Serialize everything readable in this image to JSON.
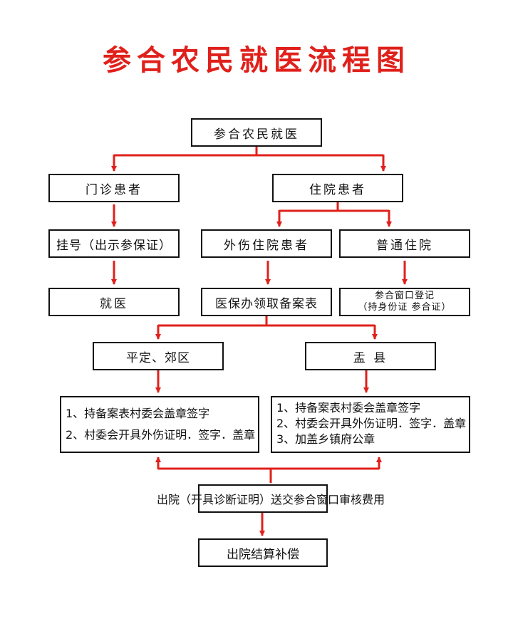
{
  "title": "参合农民就医流程图",
  "colors": {
    "accent": "#e0201b",
    "border": "#111111"
  },
  "nodes": {
    "start": "参合农民就医",
    "outpatient": "门诊患者",
    "inpatient": "住院患者",
    "register": "挂号（出示参保证）",
    "injury_inpatient": "外伤住院患者",
    "regular_inpatient": "普通住院",
    "visit": "就医",
    "get_form": "医保办领取备案表",
    "window_reg_line1": "参合窗口登记",
    "window_reg_line2": "（持身份证 参合证）",
    "pingding": "平定、郊区",
    "yuxian": "盂 县",
    "pingding_steps": [
      "1、持备案表村委会盖章签字",
      "2、村委会开具外伤证明．签字．盖章"
    ],
    "yuxian_steps": [
      "1、持备案表村委会盖章签字",
      "2、村委会开具外伤证明．签字．盖章",
      "3、加盖乡镇府公章"
    ],
    "discharge_note": "出院（开具诊断证明）送交参合窗口审核费用",
    "settlement": "出院结算补偿"
  }
}
